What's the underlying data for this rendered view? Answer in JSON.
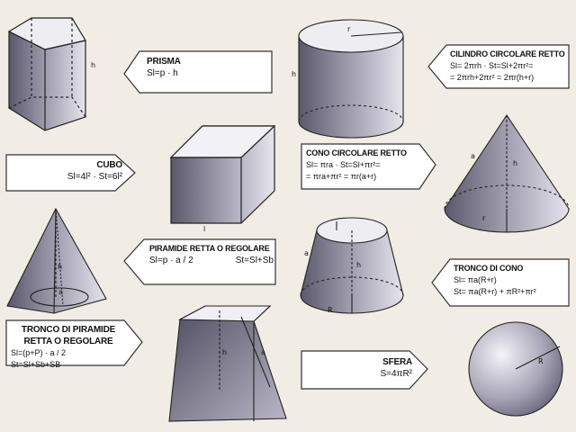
{
  "labels": {
    "prisma": {
      "title": "PRISMA",
      "f1": "Sl=p · h"
    },
    "cubo": {
      "title": "CUBO",
      "f1": "Sl=4l² · St=6l²"
    },
    "piramide": {
      "title": "PIRAMIDE RETTA O REGOLARE",
      "f1": "Sl=p · a / 2",
      "f2": "St=Sl+Sb"
    },
    "tronco_piramide": {
      "title1": "TRONCO DI PIRAMIDE",
      "title2": "RETTA O REGOLARE",
      "f1": "Sl=(p+P) · a / 2",
      "f2": "St=Sl+Sb+SB"
    },
    "cilindro": {
      "title": "CILINDRO CIRCOLARE RETTO",
      "f1": "Sl= 2πrh · St=Sl+2πr²=",
      "f2": "= 2πrh+2πr² = 2πr(h+r)"
    },
    "cono": {
      "title": "CONO CIRCOLARE RETTO",
      "f1": "Sl= πra · St=Sl+πr²=",
      "f2": "= πra+πr² = πr(a+r)"
    },
    "tronco_cono": {
      "title": "TRONCO DI CONO",
      "f1": "Sl= πa(R+r)",
      "f2": "St= πa(R+r) + πR²+πr²"
    },
    "sfera": {
      "title": "SFERA",
      "f1": "S=4πR²"
    }
  },
  "dims": {
    "h": "h",
    "l": "l",
    "r": "r",
    "a": "a",
    "R": "R"
  },
  "colors": {
    "background": "#f1ece4",
    "solid": "#7a778c",
    "edge": "#222222"
  }
}
